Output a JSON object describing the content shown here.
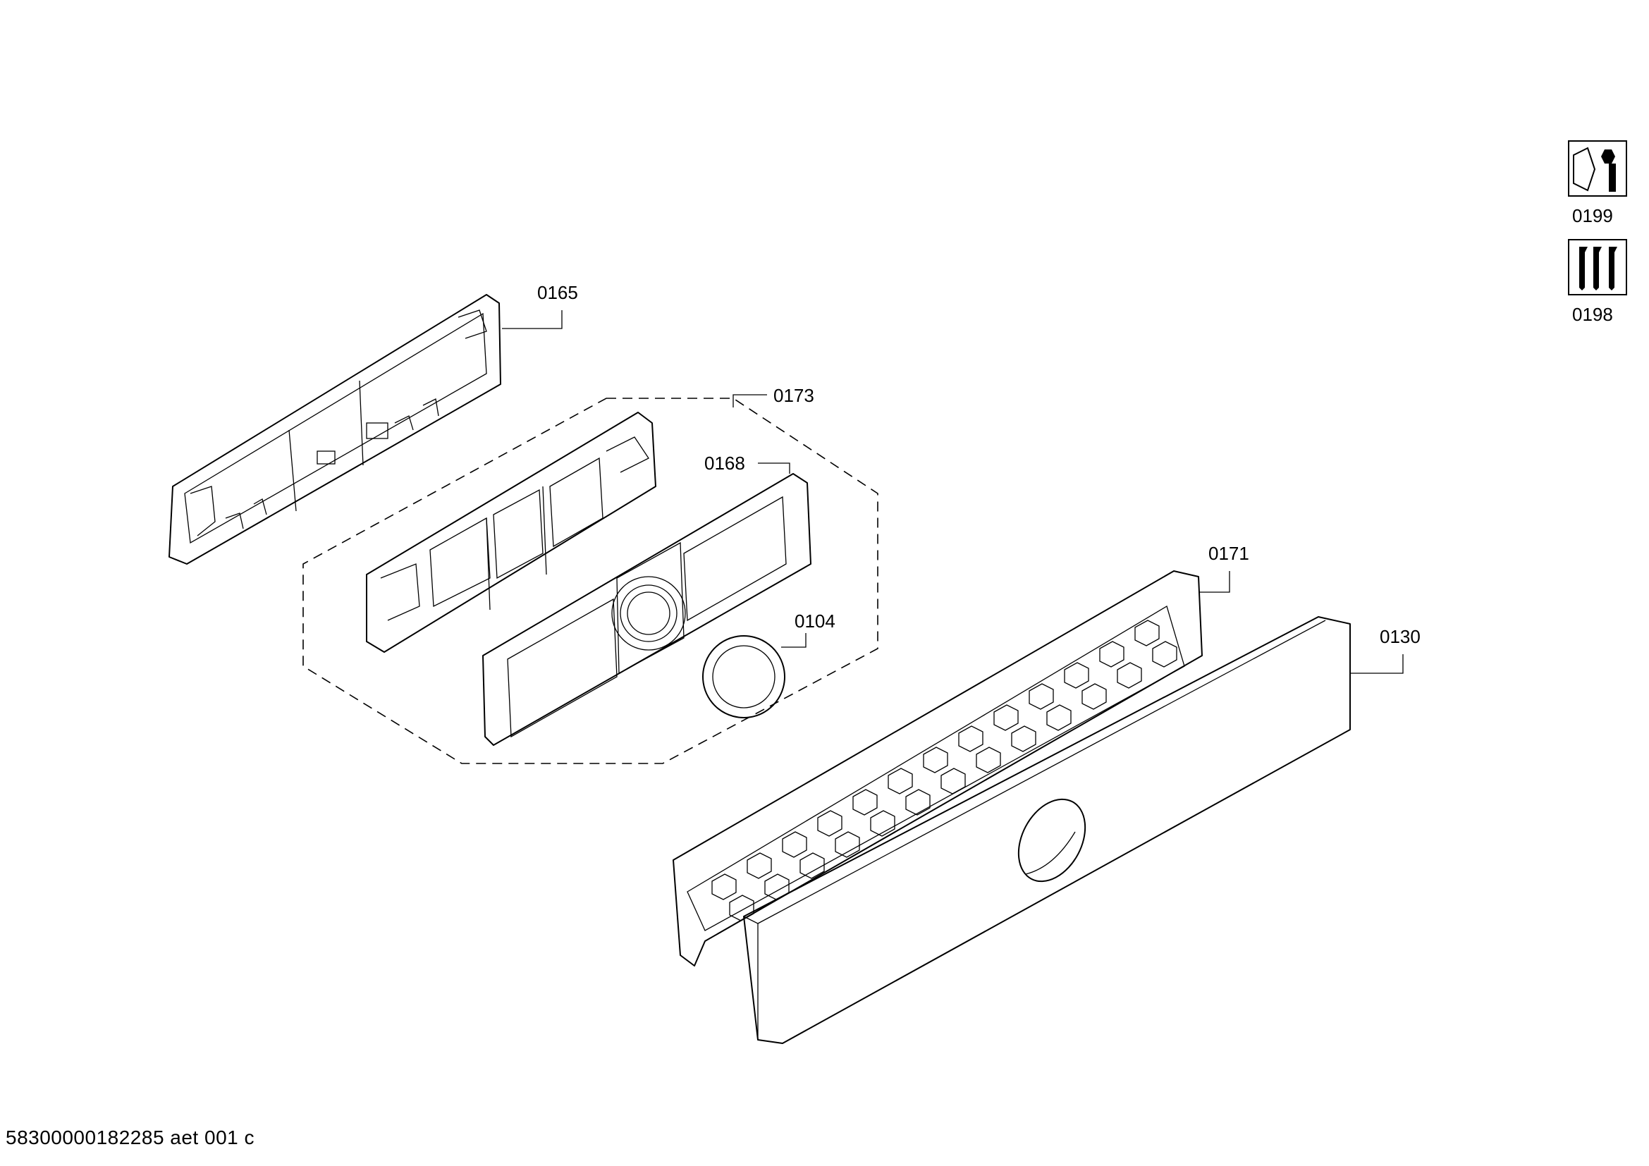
{
  "diagram": {
    "parts": [
      {
        "id": "0165"
      },
      {
        "id": "0173"
      },
      {
        "id": "0168"
      },
      {
        "id": "0104"
      },
      {
        "id": "0171"
      },
      {
        "id": "0130"
      }
    ],
    "legend_icons": [
      {
        "id": "0199",
        "icon": "hex-nut-wrench-icon"
      },
      {
        "id": "0198",
        "icon": "screws-icon"
      }
    ],
    "footer": "58300000182285 aet 001 c"
  }
}
